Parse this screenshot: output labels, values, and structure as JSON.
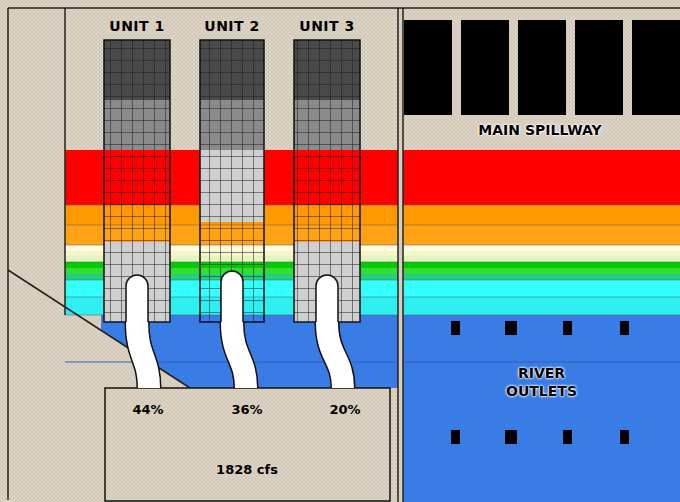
{
  "diagram": {
    "nodes": [
      {
        "text": [
          "UNIT 1"
        ]
      },
      {
        "text": [
          "UNIT 2"
        ]
      },
      {
        "text": [
          "UNIT 3"
        ]
      },
      {
        "text": [
          "44%",
          "36%",
          "20%",
          "1828 cfs"
        ]
      },
      {
        "text": [
          "RIVER OUTLETS"
        ]
      }
    ],
    "edges": [
      {
        "from": 0,
        "to": 3,
        "arrow": "none"
      },
      {
        "from": 1,
        "to": 3,
        "arrow": "none"
      },
      {
        "from": 2,
        "to": 3,
        "arrow": "none"
      }
    ],
    "labels": [
      "MAIN SPILLWAY"
    ]
  }
}
